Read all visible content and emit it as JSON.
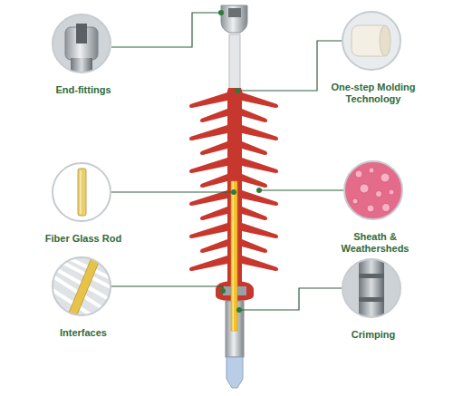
{
  "diagram": {
    "nodes": [
      {
        "text": [
          "End-fittings"
        ]
      },
      {
        "text": [
          "One-step Molding Technology"
        ]
      },
      {
        "text": [
          "Fiber Glass Rod"
        ]
      },
      {
        "text": [
          "Sheath & Weathersheds"
        ]
      },
      {
        "text": [
          "Interfaces"
        ]
      },
      {
        "text": [
          "Crimping"
        ]
      }
    ]
  }
}
